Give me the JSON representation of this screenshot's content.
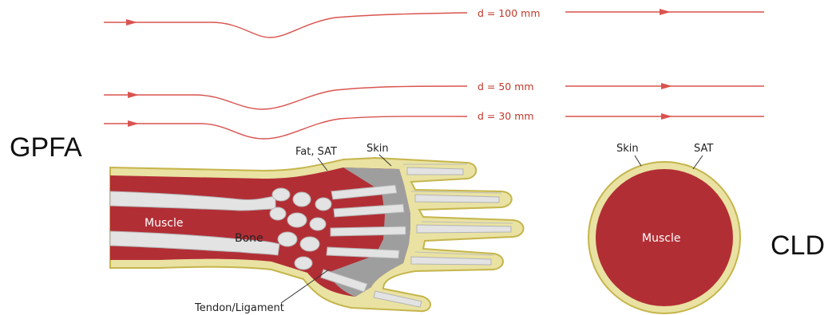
{
  "labels": {
    "gpfa": "GPFA",
    "cld": "CLD"
  },
  "field_lines": [
    {
      "label": "d = 100 mm"
    },
    {
      "label": "d = 50 mm"
    },
    {
      "label": "d = 30 mm"
    }
  ],
  "hand_model": {
    "fat": "Fat, SAT",
    "skin": "Skin",
    "muscle": "Muscle",
    "bone": "Bone",
    "tendon": "Tendon/Ligament"
  },
  "cylinder_model": {
    "skin": "Skin",
    "sat": "SAT",
    "muscle": "Muscle"
  },
  "colors": {
    "line": "#d9534f",
    "muscle": "#b22e35",
    "fat": "#e9e2a2",
    "fat_border": "#c5b54c",
    "bone": "#e3e3e3",
    "tendon": "#9e9e9e"
  }
}
